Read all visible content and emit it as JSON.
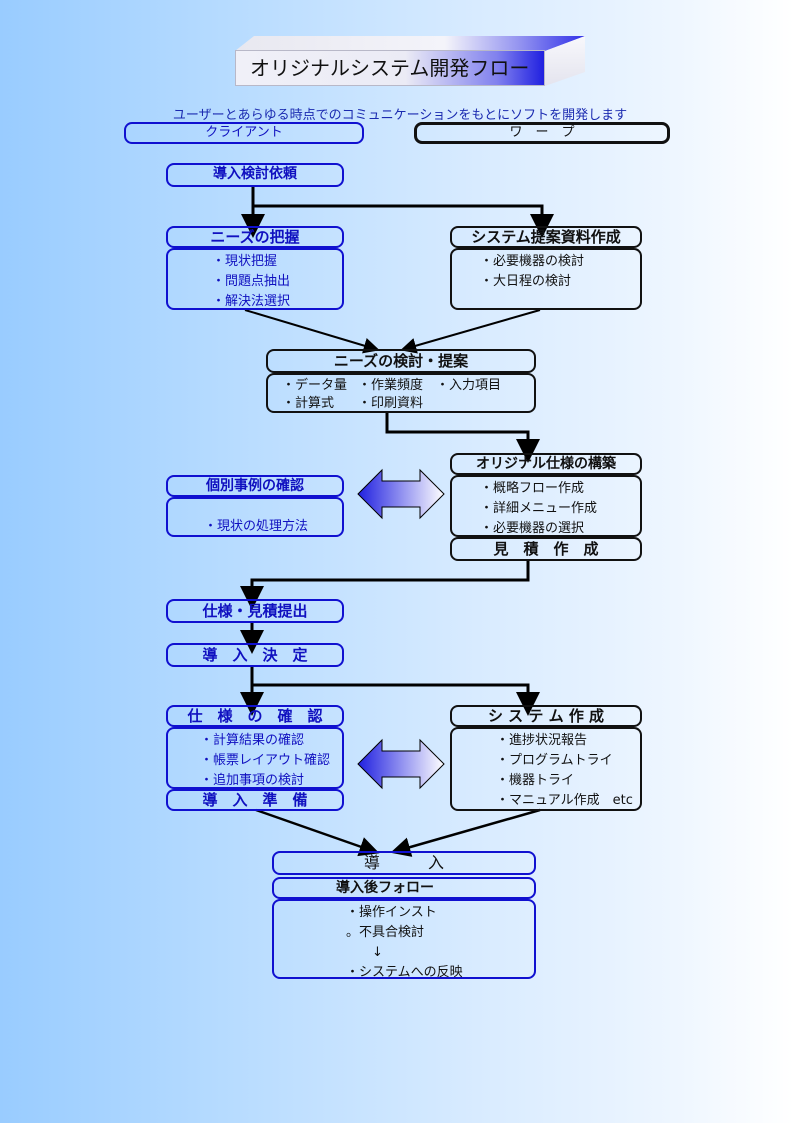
{
  "title": "オリジナルシステム開発フロー",
  "subtitle": "ユーザーとあらゆる時点でのコミュニケーションをもとにソフトを開発します",
  "lanes": {
    "client": "クライアント",
    "warp": "ワ　ー　プ"
  },
  "steps": {
    "request": "導入検討依頼",
    "needs_grasp": {
      "title": "ニーズの把握",
      "items": [
        "・現状把握",
        "・問題点抽出",
        "・解決法選択"
      ]
    },
    "proposal_docs": {
      "title": "システム提案資料作成",
      "items": [
        "・必要機器の検討",
        "・大日程の検討"
      ]
    },
    "needs_review": {
      "title": "ニーズの検討・提案",
      "row1": [
        "・データ量",
        "・作業頻度",
        "・入力項目"
      ],
      "row2": [
        "・計算式",
        "・印刷資料"
      ]
    },
    "case_check": {
      "title": "個別事例の確認",
      "items": [
        "・現状の処理方法"
      ]
    },
    "original_spec": {
      "title": "オリジナル仕様の構築",
      "items": [
        "・概略フロー作成",
        "・詳細メニュー作成",
        "・必要機器の選択"
      ],
      "footer": "見　積　作　成"
    },
    "spec_submit": "仕様・見積提出",
    "decision": "導　入　決　定",
    "spec_confirm": {
      "title": "仕　様　の　確　認",
      "items": [
        "・計算結果の確認",
        "・帳票レイアウト確認",
        "・追加事項の検討"
      ],
      "footer": "導　入　準　備"
    },
    "system_build": {
      "title": "シ ス テ ム 作 成",
      "items": [
        "・進捗状況報告",
        "・プログラムトライ",
        "・機器トライ",
        "・マニュアル作成　etc"
      ]
    },
    "install": "導　　　入",
    "follow": {
      "title": "導入後フォロー",
      "items": [
        "・操作インスト",
        "。不具合検討",
        "↓",
        "・システムへの反映"
      ]
    }
  },
  "icons": {
    "double_arrow": "double-headed-arrow"
  },
  "colors": {
    "client_border": "#1010d0",
    "warp_border": "#111111",
    "arrow_gradient_start": "#2020e0",
    "arrow_gradient_end": "#ffffff"
  }
}
